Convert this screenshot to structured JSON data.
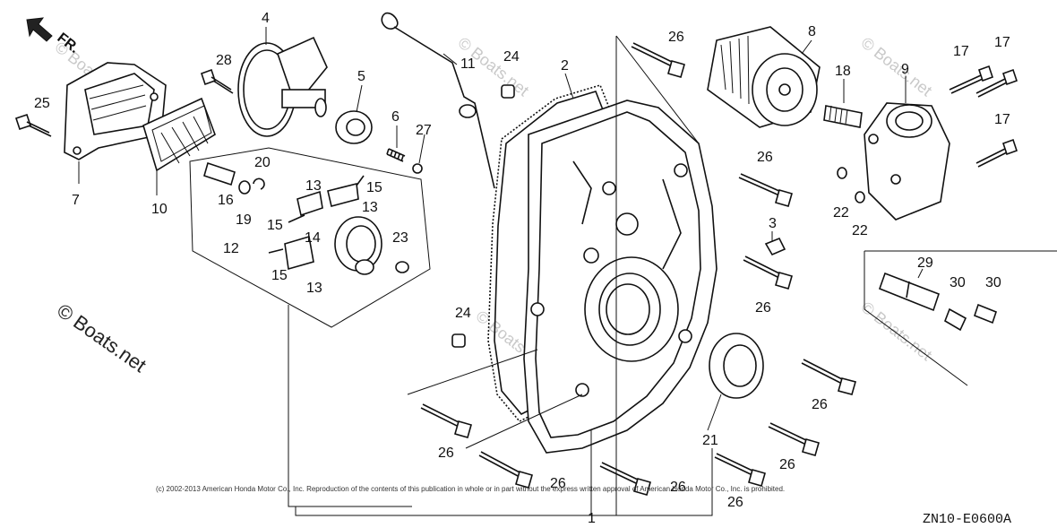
{
  "diagram": {
    "direction_label": "FR.",
    "watermark_main": "© Boats.net",
    "watermark_faint": "© Boats.net",
    "copyright": "(c) 2002-2013 American Honda Motor Co., Inc. Reproduction of the contents of this publication in whole or in part without the express written approval of American Honda Motor Co., Inc. is prohibited.",
    "diagram_code": "ZN10-E0600A",
    "callouts": {
      "n1": "1",
      "n2": "2",
      "n3": "3",
      "n4": "4",
      "n5": "5",
      "n6": "6",
      "n7": "7",
      "n8": "8",
      "n9": "9",
      "n10": "10",
      "n11": "11",
      "n12": "12",
      "n13a": "13",
      "n13b": "13",
      "n13c": "13",
      "n14": "14",
      "n15a": "15",
      "n15b": "15",
      "n15c": "15",
      "n16": "16",
      "n17a": "17",
      "n17b": "17",
      "n17c": "17",
      "n18": "18",
      "n19": "19",
      "n20": "20",
      "n21": "21",
      "n22a": "22",
      "n22b": "22",
      "n23": "23",
      "n24a": "24",
      "n24b": "24",
      "n25": "25",
      "n26a": "26",
      "n26b": "26",
      "n26c": "26",
      "n26d": "26",
      "n26e": "26",
      "n26f": "26",
      "n26g": "26",
      "n26h": "26",
      "n26i": "26",
      "n27": "27",
      "n28": "28",
      "n29": "29",
      "n30a": "30",
      "n30b": "30"
    }
  }
}
